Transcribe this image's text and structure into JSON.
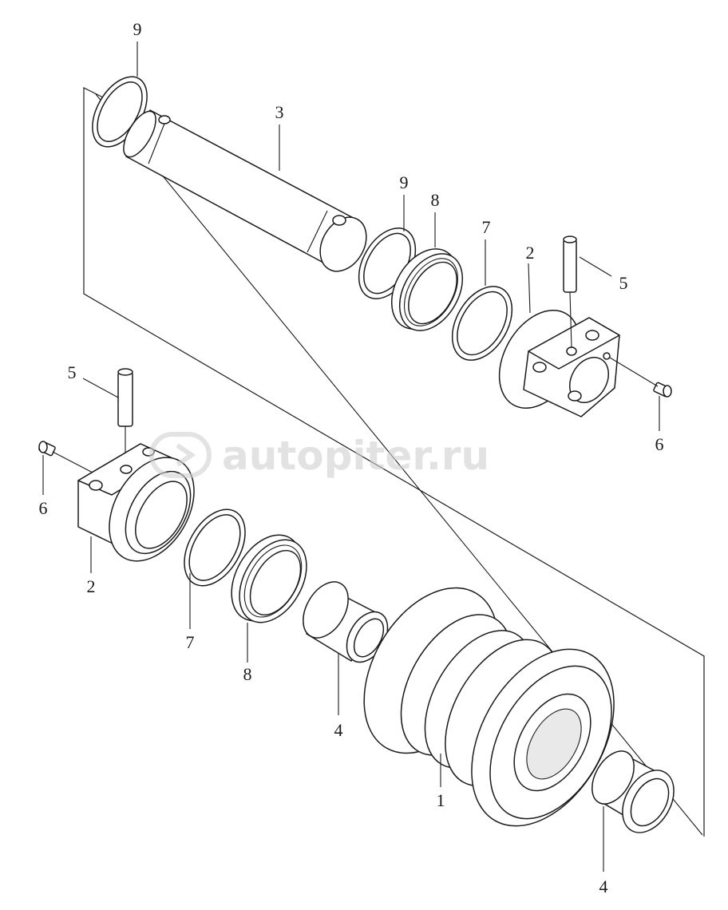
{
  "watermark": {
    "text": "autopiter.ru",
    "logo_icon": "autopiter-logo-icon"
  },
  "callouts": {
    "c9_top": "9",
    "c3": "3",
    "c9_mid": "9",
    "c8_top": "8",
    "c7_top": "7",
    "c2_right": "2",
    "c5_right": "5",
    "c6_right": "6",
    "c5_left": "5",
    "c6_left": "6",
    "c2_left": "2",
    "c7_left": "7",
    "c8_left": "8",
    "c4_mid": "4",
    "c1": "1",
    "c4_bottom": "4"
  }
}
